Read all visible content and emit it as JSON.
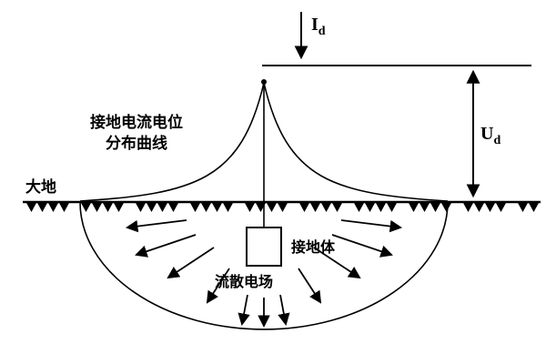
{
  "colors": {
    "ink": "#000000",
    "background": "#ffffff"
  },
  "labels": {
    "current_main": "I",
    "current_sub": "d",
    "voltage_main": "U",
    "voltage_sub": "d",
    "curve_line1": "接地电流电位",
    "curve_line2": "分布曲线",
    "earth": "大地",
    "electrode": "接地体",
    "field": "流散电场"
  }
}
